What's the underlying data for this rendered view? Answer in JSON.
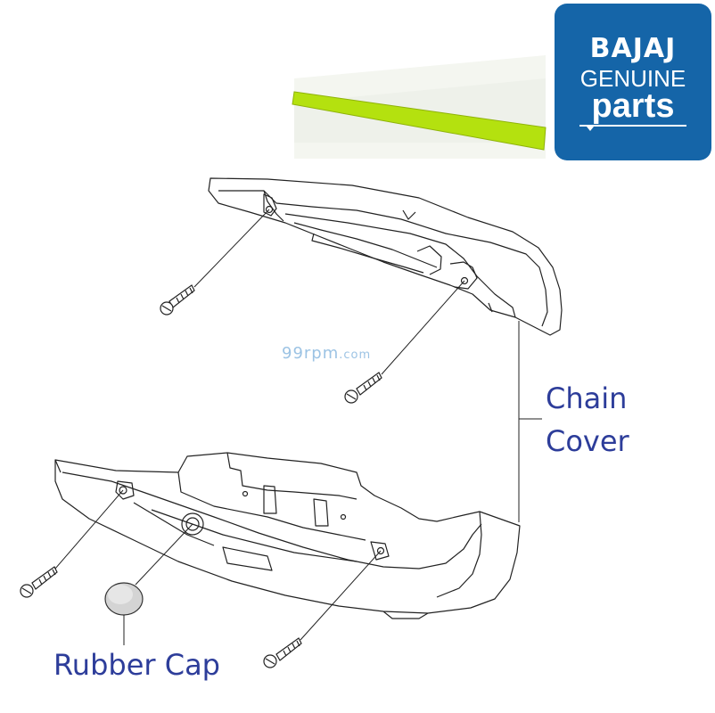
{
  "logo": {
    "brand": "BAJAJ",
    "genuine": "GENUINE",
    "parts": "parts",
    "background_color": "#1565a8"
  },
  "watermark": {
    "main": "99rpm",
    "suffix": ".com"
  },
  "labels": {
    "chain_cover_line1": "Chain",
    "chain_cover_line2": "Cover",
    "rubber_cap": "Rubber Cap",
    "label_color": "#2d3d9a"
  },
  "highlight_color": "#b4e10f",
  "line_color": "#222222"
}
